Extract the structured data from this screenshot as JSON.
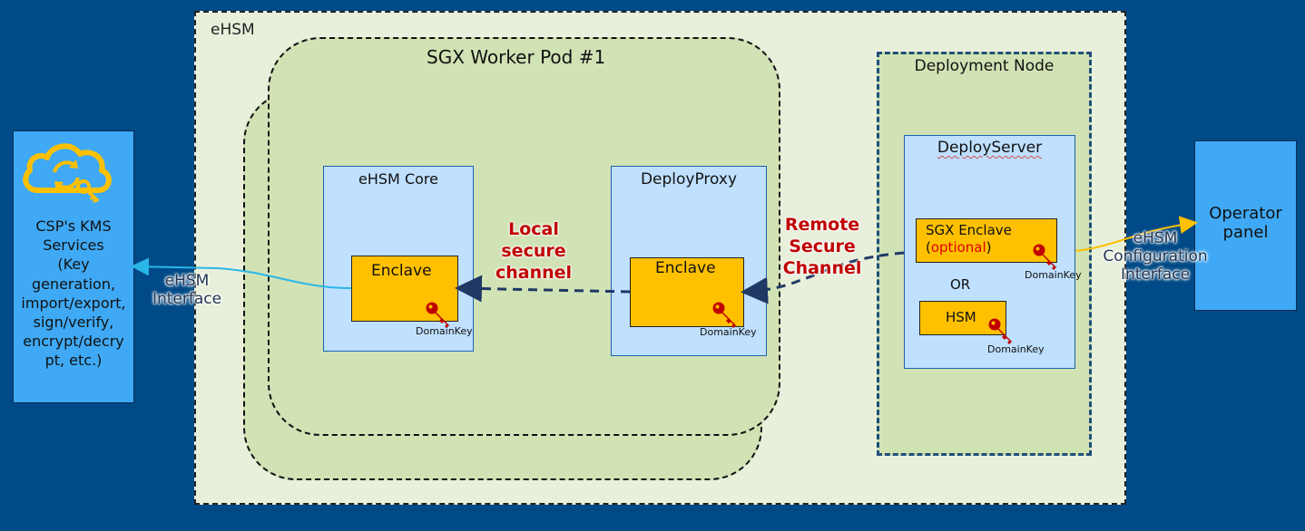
{
  "ehsm": {
    "title": "eHSM"
  },
  "pod": {
    "title": "SGX Worker Pod #1"
  },
  "core": {
    "title": "eHSM Core",
    "enclave": "Enclave",
    "key_label": "DomainKey"
  },
  "proxy": {
    "title": "DeployProxy",
    "enclave": "Enclave",
    "key_label": "DomainKey"
  },
  "local_channel": {
    "line1": "Local",
    "line2": "secure",
    "line3": "channel"
  },
  "remote_channel": {
    "line1": "Remote",
    "line2": "Secure",
    "line3": "Channel"
  },
  "deploy_node": {
    "title": "Deployment Node",
    "server_title": "DeployServer",
    "sgx_enclave": "SGX Enclave",
    "optional_open": "(",
    "optional": "optional",
    "optional_close": ")",
    "or": "OR",
    "hsm": "HSM",
    "key_label_1": "DomainKey",
    "key_label_2": "DomainKey"
  },
  "kms": {
    "line1": "CSP's KMS",
    "line2": "Services",
    "line3": "(Key",
    "line4": "generation,",
    "line5": "import/export,",
    "line6": "sign/verify,",
    "line7": "encrypt/decry",
    "line8": "pt, etc.)"
  },
  "ehsm_interface": {
    "line1": "eHSM",
    "line2": "Interface"
  },
  "config_interface": {
    "line1": "eHSM",
    "line2": "Configuration",
    "line3": "Interface"
  },
  "operator": {
    "line1": "Operator",
    "line2": "panel"
  },
  "colors": {
    "background": "#004a87",
    "container": "#e8f0dc",
    "pod": "#d1e2b5",
    "box_blue": "#bfe0ff",
    "enclave_yellow": "#ffc000",
    "channel_red": "#c00000",
    "key_red": "#c00000",
    "side_box": "#3fa9f5",
    "dashed_line": "#1f3864",
    "cyan_arrow": "#2ab7e8",
    "yellow_arrow": "#ffc000"
  },
  "icons": [
    "cloud-sync-icon",
    "key-icon"
  ]
}
